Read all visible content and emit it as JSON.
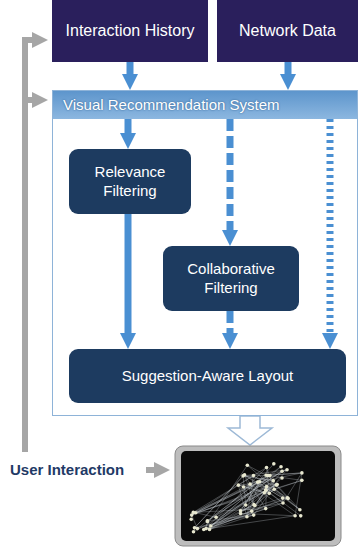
{
  "diagram": {
    "nodes": [
      {
        "text": [
          "Interaction History"
        ]
      },
      {
        "text": [
          "Network Data"
        ]
      },
      {
        "text": [
          "Visual Recommendation System"
        ]
      },
      {
        "text": [
          "Relevance Filtering"
        ],
        "in": 2
      },
      {
        "text": [
          "Collaborative Filtering"
        ],
        "in": 2
      },
      {
        "text": [
          "Suggestion-Aware Layout"
        ],
        "in": 2
      }
    ],
    "edges": [
      {
        "from": 0,
        "to": 2,
        "arrow": "to"
      },
      {
        "from": 1,
        "to": 2,
        "arrow": "to"
      },
      {
        "from": 2,
        "to": 3,
        "arrow": "to"
      },
      {
        "from": 2,
        "to": 4,
        "arrow": "to"
      },
      {
        "from": 2,
        "to": 5,
        "arrow": "to"
      },
      {
        "from": 3,
        "to": 5,
        "arrow": "to"
      },
      {
        "from": 4,
        "to": 5,
        "arrow": "to"
      }
    ],
    "labels": [
      "User Interaction"
    ]
  }
}
